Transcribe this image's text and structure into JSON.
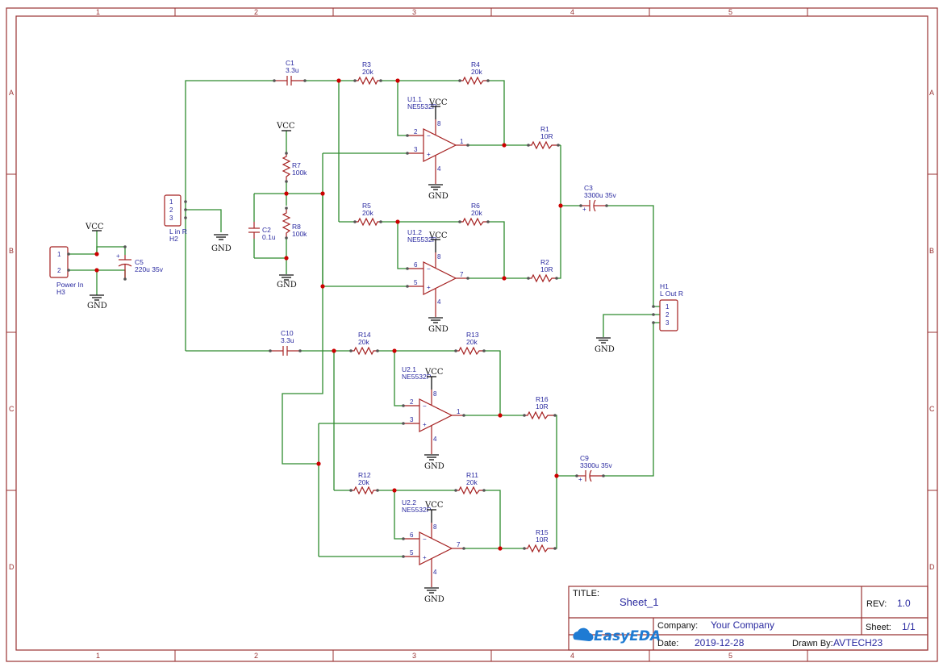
{
  "zones": {
    "columns": [
      "1",
      "2",
      "3",
      "4",
      "5"
    ],
    "rows": [
      "A",
      "B",
      "C",
      "D"
    ]
  },
  "title_block": {
    "title_key": "TITLE:",
    "title_value": "Sheet_1",
    "rev_key": "REV:",
    "rev_value": "1.0",
    "company_key": "Company:",
    "company_value": "Your Company",
    "sheet_key": "Sheet:",
    "sheet_value": "1/1",
    "date_key": "Date:",
    "date_value": "2019-12-28",
    "drawn_key": "Drawn By:",
    "drawn_value": "AVTECH23",
    "logo_text": "EasyEDA"
  },
  "parts": {
    "C1": {
      "ref": "C1",
      "value": "3.3u"
    },
    "C10": {
      "ref": "C10",
      "value": "3.3u"
    },
    "C2": {
      "ref": "C2",
      "value": "0.1u"
    },
    "C3": {
      "ref": "C3",
      "value": "3300u 35v"
    },
    "C9": {
      "ref": "C9",
      "value": "3300u 35v"
    },
    "C5": {
      "ref": "C5",
      "value": "220u 35v"
    },
    "R1": {
      "ref": "R1",
      "value": "10R"
    },
    "R2": {
      "ref": "R2",
      "value": "10R"
    },
    "R3": {
      "ref": "R3",
      "value": "20k"
    },
    "R4": {
      "ref": "R4",
      "value": "20k"
    },
    "R5": {
      "ref": "R5",
      "value": "20k"
    },
    "R6": {
      "ref": "R6",
      "value": "20k"
    },
    "R7": {
      "ref": "R7",
      "value": "100k"
    },
    "R8": {
      "ref": "R8",
      "value": "100k"
    },
    "R11": {
      "ref": "R11",
      "value": "20k"
    },
    "R12": {
      "ref": "R12",
      "value": "20k"
    },
    "R13": {
      "ref": "R13",
      "value": "20k"
    },
    "R14": {
      "ref": "R14",
      "value": "20k"
    },
    "R15": {
      "ref": "R15",
      "value": "10R"
    },
    "R16": {
      "ref": "R16",
      "value": "10R"
    },
    "U11": {
      "ref": "U1.1",
      "value": "NE5532P"
    },
    "U12": {
      "ref": "U1.2",
      "value": "NE5532P"
    },
    "U21": {
      "ref": "U2.1",
      "value": "NE5532P"
    },
    "U22": {
      "ref": "U2.2",
      "value": "NE5532P"
    },
    "H1": {
      "ref": "H1",
      "value": "L Out R"
    },
    "H2": {
      "ref": "H2",
      "value": "L in R"
    },
    "H3": {
      "ref": "H3",
      "value": "Power In"
    }
  },
  "nets": {
    "vcc": "VCC",
    "gnd": "GND"
  },
  "pins": {
    "one": "1",
    "two": "2",
    "three": "3",
    "four": "4",
    "five": "5",
    "six": "6",
    "seven": "7",
    "eight": "8",
    "plus": "+",
    "minus": "−"
  }
}
